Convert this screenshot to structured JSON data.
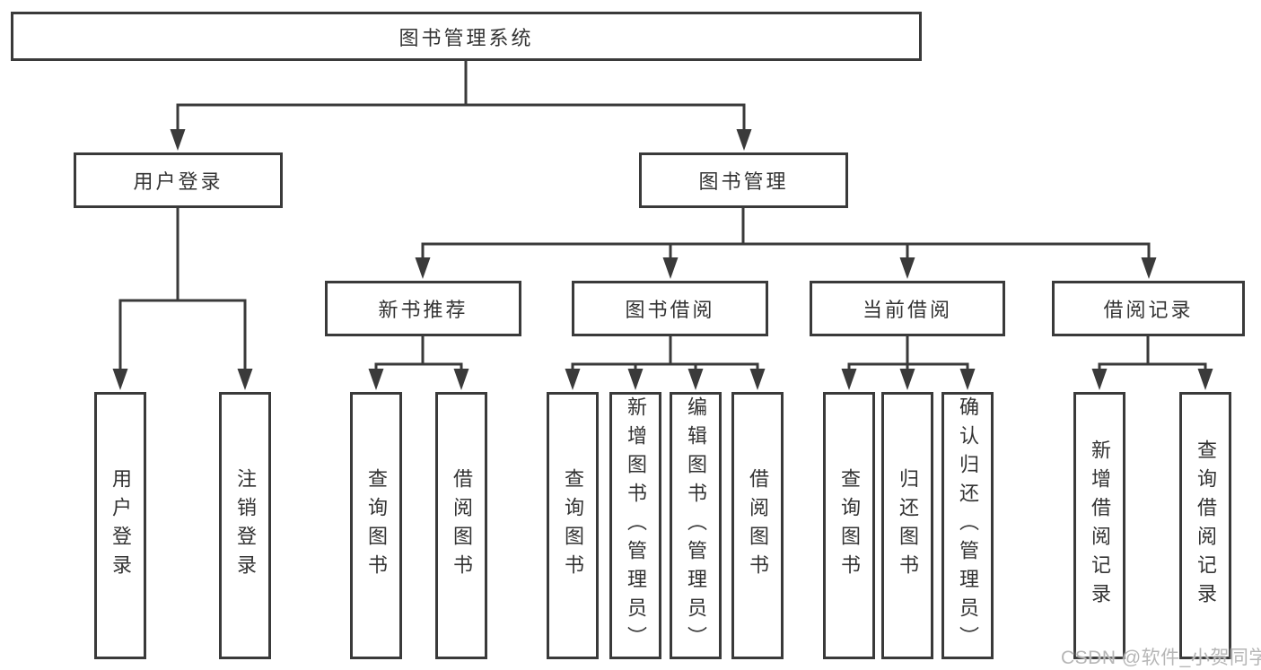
{
  "diagram": {
    "type": "hierarchy-diagram",
    "colors": {
      "line": "#3a3a3a",
      "box_border": "#3a3a3a",
      "text": "#333333",
      "background": "#ffffff",
      "watermark": "#b6b6b6"
    }
  },
  "tree": {
    "label": "图书管理系统",
    "children": [
      {
        "label": "用户登录",
        "children": [
          {
            "label": "用户登录"
          },
          {
            "label": "注销登录"
          }
        ]
      },
      {
        "label": "图书管理",
        "children": [
          {
            "label": "新书推荐",
            "children": [
              {
                "label": "查询图书"
              },
              {
                "label": "借阅图书"
              }
            ]
          },
          {
            "label": "图书借阅",
            "children": [
              {
                "label": "查询图书"
              },
              {
                "label": "新增图书（管理员）"
              },
              {
                "label": "编辑图书（管理员）"
              },
              {
                "label": "借阅图书"
              }
            ]
          },
          {
            "label": "当前借阅",
            "children": [
              {
                "label": "查询图书"
              },
              {
                "label": "归还图书"
              },
              {
                "label": "确认归还（管理员）"
              }
            ]
          },
          {
            "label": "借阅记录",
            "children": [
              {
                "label": "新增借阅记录"
              },
              {
                "label": "查询借阅记录"
              }
            ]
          }
        ]
      }
    ]
  },
  "watermark": {
    "text": "CSDN @软件_小贺同学"
  }
}
